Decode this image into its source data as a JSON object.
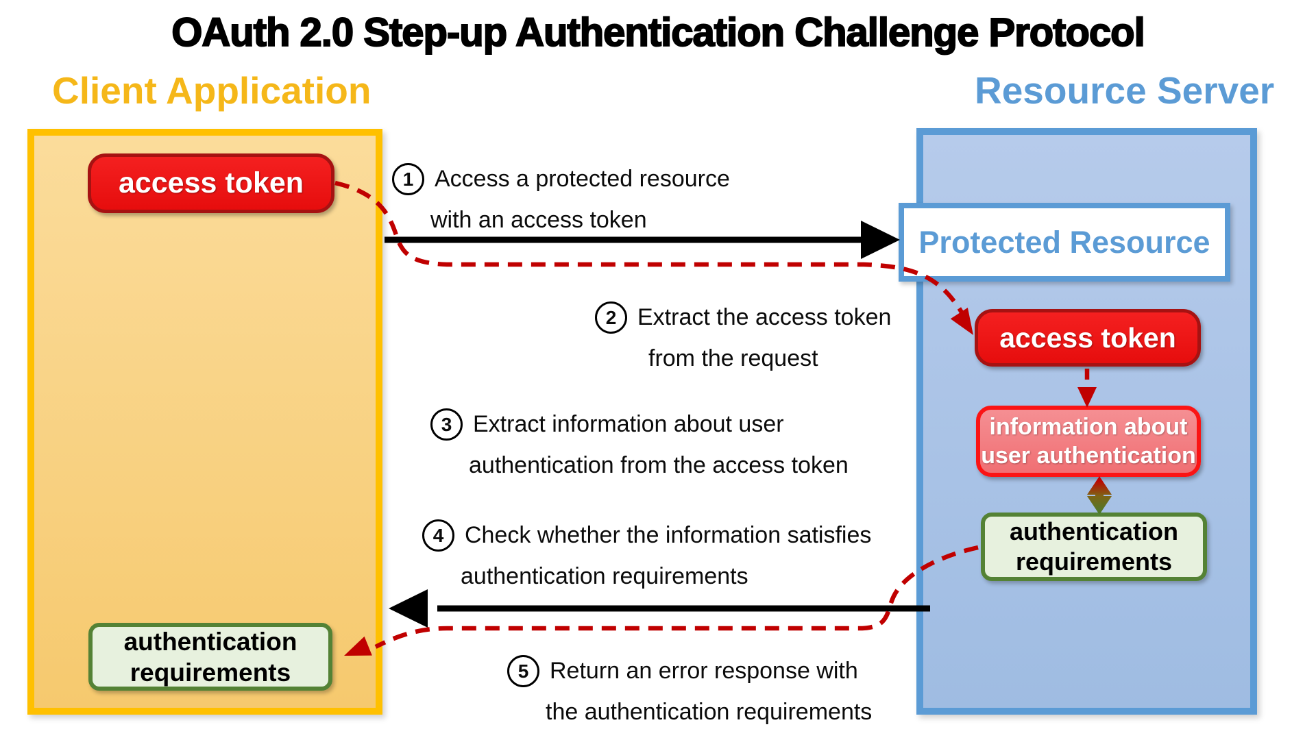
{
  "title": "OAuth 2.0 Step-up Authentication Challenge Protocol",
  "client": {
    "label": "Client Application",
    "access_token": "access token",
    "auth_requirements_line1": "authentication",
    "auth_requirements_line2": "requirements"
  },
  "server": {
    "label": "Resource Server",
    "protected_resource": "Protected Resource",
    "access_token": "access token",
    "info_line1": "information about",
    "info_line2": "user authentication",
    "auth_requirements_line1": "authentication",
    "auth_requirements_line2": "requirements"
  },
  "steps": [
    {
      "num": "1",
      "line1": "Access a protected resource",
      "line2": "with an access token"
    },
    {
      "num": "2",
      "line1": "Extract the access token",
      "line2": "from the request"
    },
    {
      "num": "3",
      "line1": "Extract information about user",
      "line2": "authentication from the access token"
    },
    {
      "num": "4",
      "line1": "Check whether the information satisfies",
      "line2": "authentication requirements"
    },
    {
      "num": "5",
      "line1": "Return an error response with",
      "line2": "the authentication requirements"
    }
  ],
  "colors": {
    "client_accent": "#FFC000",
    "server_accent": "#5B9BD5",
    "token_red_fill": "#EE1212",
    "token_red_border": "#A61212",
    "info_fill": "#F2797D",
    "info_border": "#FB1414",
    "green_fill": "#E7F1DE",
    "green_border": "#548235",
    "dashed_red": "#C00000",
    "arrow_black": "#000000"
  }
}
